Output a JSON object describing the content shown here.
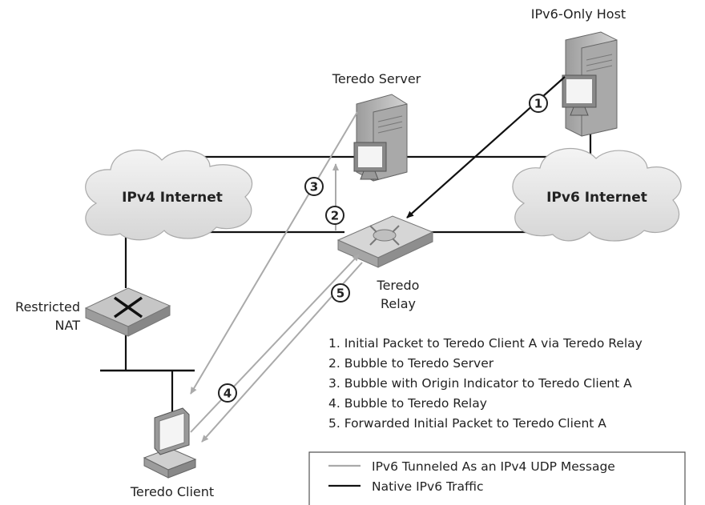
{
  "nodes": {
    "ipv6_only_host": "IPv6-Only Host",
    "teredo_server": "Teredo Server",
    "ipv4_internet": "IPv4 Internet",
    "ipv6_internet": "IPv6 Internet",
    "teredo_relay_line1": "Teredo",
    "teredo_relay_line2": "Relay",
    "restricted_nat_line1": "Restricted",
    "restricted_nat_line2": "NAT",
    "teredo_client": "Teredo Client"
  },
  "step_markers": [
    "1",
    "2",
    "3",
    "4",
    "5"
  ],
  "steps": [
    "1. Initial Packet to Teredo Client A via Teredo Relay",
    "2. Bubble to Teredo Server",
    "3. Bubble with Origin Indicator to Teredo Client A",
    "4. Bubble to Teredo Relay",
    "5. Forwarded Initial Packet to Teredo Client A"
  ],
  "legend": {
    "tunneled": "IPv6 Tunneled As an IPv4 UDP Message",
    "native": "Native IPv6 Traffic"
  },
  "colors": {
    "native_line": "#111111",
    "tunneled_line": "#aaaaaa",
    "cloud_fill": "#e4e4e4",
    "device_fill": "#bdbdbd"
  }
}
